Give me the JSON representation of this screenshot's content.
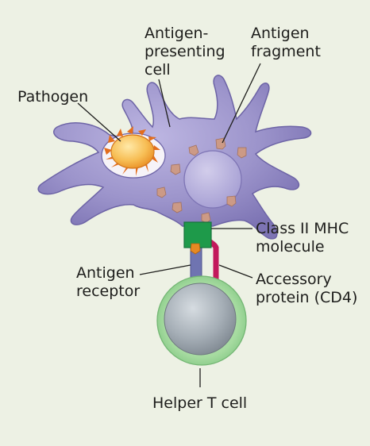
{
  "labels": {
    "apc_line1": "Antigen-",
    "apc_line2": "presenting",
    "apc_line3": "cell",
    "fragment_line1": "Antigen",
    "fragment_line2": "fragment",
    "pathogen": "Pathogen",
    "mhc_line1": "Class II MHC",
    "mhc_line2": "molecule",
    "receptor_line1": "Antigen",
    "receptor_line2": "receptor",
    "accessory_line1": "Accessory",
    "accessory_line2": "protein (CD4)",
    "helper": "Helper T cell"
  },
  "colors": {
    "background": "#edf1e4",
    "apc_body": "#9c94cb",
    "apc_nucleus": "#b8b2dc",
    "pathogen": "#f5b24a",
    "pathogen_spikes": "#e36d1c",
    "antigen_fragment": "#cc9a86",
    "mhc": "#1e9a4a",
    "receptor": "#6f74b1",
    "cd4": "#c2185b",
    "helper_cytoplasm": "#a7dba2",
    "helper_nucleus": "#9aa3ac"
  }
}
